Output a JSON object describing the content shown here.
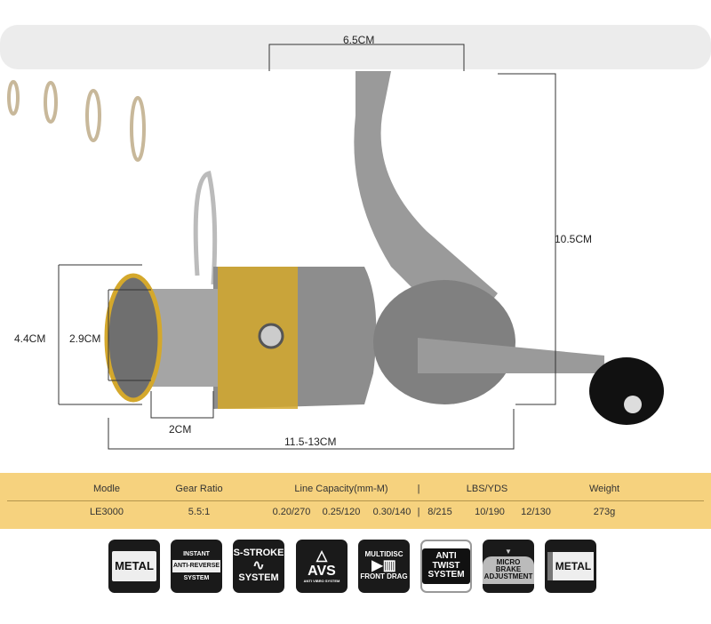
{
  "dimensions": {
    "rod_seat": "6.5CM",
    "height": "10.5CM",
    "spool_outer": "4.4CM",
    "spool_inner": "2.9CM",
    "spool_width": "2CM",
    "length": "11.5-13CM"
  },
  "spec_table": {
    "headers": [
      "Modle",
      "Gear Ratio",
      "Line Capacity(mm-M)",
      "|",
      "LBS/YDS",
      "Weight"
    ],
    "row": {
      "model": "LE3000",
      "gear_ratio": "5.5:1",
      "line_capacity": [
        "0.20/270",
        "0.25/120",
        "0.30/140"
      ],
      "separator": "|",
      "lbs_yds": [
        "8/215",
        "10/190",
        "12/130"
      ],
      "weight": "273g"
    },
    "color": "#f6d27e"
  },
  "features": [
    {
      "lines": [
        "METAL"
      ]
    },
    {
      "lines": [
        "INSTANT",
        "ANTI-REVERSE",
        "SYSTEM"
      ]
    },
    {
      "lines": [
        "S-STROKE",
        "SYSTEM"
      ]
    },
    {
      "lines": [
        "AVS",
        "ANTI VIBRO SYSTEM"
      ]
    },
    {
      "lines": [
        "MULTIDISC",
        "FRONT DRAG"
      ]
    },
    {
      "lines": [
        "ANTI",
        "TWIST",
        "SYSTEM"
      ]
    },
    {
      "lines": [
        "MICRO",
        "BRAKE",
        "ADJUSTMENT"
      ]
    },
    {
      "lines": [
        "METAL"
      ]
    }
  ]
}
